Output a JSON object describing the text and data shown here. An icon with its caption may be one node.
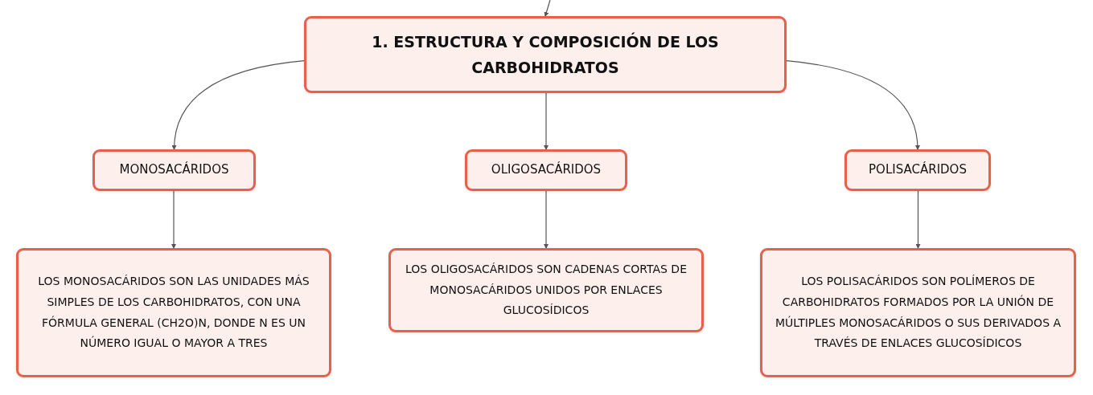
{
  "diagram": {
    "nodes": [
      {
        "text": [
          "1. ESTRUCTURA Y COMPOSICIÓN DE LOS CARBOHIDRATOS"
        ]
      },
      {
        "text": [
          "MONOSACÁRIDOS"
        ]
      },
      {
        "text": [
          "OLIGOSACÁRIDOS"
        ]
      },
      {
        "text": [
          "POLISACÁRIDOS"
        ]
      },
      {
        "text": [
          "LOS MONOSACÁRIDOS SON LAS UNIDADES MÁS SIMPLES DE LOS CARBOHIDRATOS, CON UNA FÓRMULA GENERAL (CH2O)N, DONDE N ES UN NÚMERO IGUAL O MAYOR A TRES"
        ]
      },
      {
        "text": [
          "LOS OLIGOSACÁRIDOS SON CADENAS CORTAS DE MONOSACÁRIDOS UNIDOS POR ENLACES GLUCOSÍDICOS"
        ]
      },
      {
        "text": [
          "LOS POLISACÁRIDOS SON POLÍMEROS DE CARBOHIDRATOS FORMADOS POR LA UNIÓN DE MÚLTIPLES MONOSACÁRIDOS O SUS DERIVADOS A TRAVÉS DE ENLACES GLUCOSÍDICOS"
        ]
      }
    ],
    "edges": [
      {
        "from": null,
        "to": 0,
        "arrow": "to"
      },
      {
        "from": 0,
        "to": 1,
        "arrow": "to"
      },
      {
        "from": 0,
        "to": 2,
        "arrow": "to"
      },
      {
        "from": 0,
        "to": 3,
        "arrow": "to"
      },
      {
        "from": 1,
        "to": 4,
        "arrow": "to"
      },
      {
        "from": 2,
        "to": 5,
        "arrow": "to"
      },
      {
        "from": 3,
        "to": 6,
        "arrow": "to"
      }
    ]
  }
}
